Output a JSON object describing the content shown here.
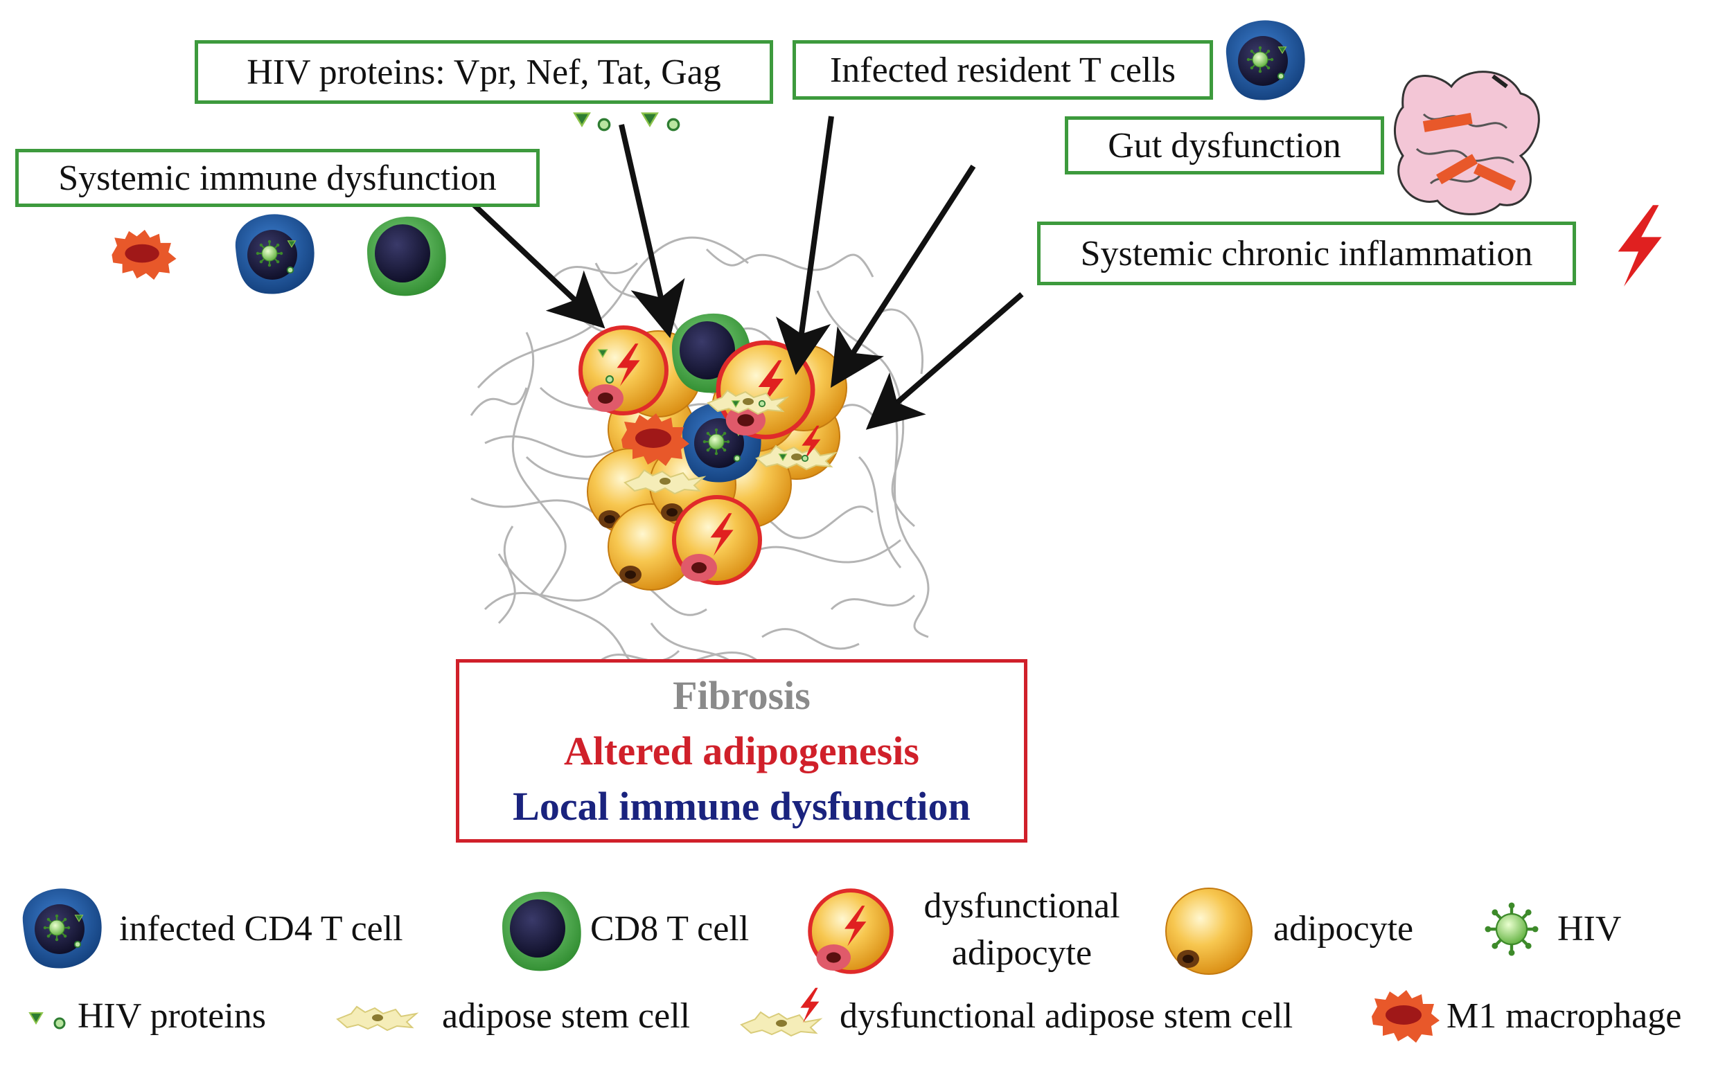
{
  "inputs": {
    "hiv_proteins": "HIV proteins: Vpr, Nef, Tat, Gag",
    "infected_t_cells": "Infected resident T cells",
    "gut": "Gut dysfunction",
    "systemic_immune": "Systemic immune dysfunction",
    "inflammation": "Systemic chronic inflammation"
  },
  "outcomes": {
    "fibrosis": "Fibrosis",
    "adipogenesis": "Altered adipogenesis",
    "immune": "Local immune dysfunction"
  },
  "legend": {
    "cd4": "infected CD4 T cell",
    "cd8": "CD8 T cell",
    "dys_adipocyte_1": "dysfunctional",
    "dys_adipocyte_2": "adipocyte",
    "adipocyte": "adipocyte",
    "hiv": "HIV",
    "hiv_proteins": "HIV proteins",
    "stem": "adipose stem cell",
    "dys_stem": "dysfunctional adipose stem cell",
    "m1": "M1 macrophage"
  },
  "colors": {
    "box_border": "#3d9a3d",
    "outcome_border": "#d0202a",
    "fibrosis": "#8a8a8a",
    "adipogenesis": "#d0202a",
    "immune": "#1a237e",
    "adipocyte": "#f2b43c",
    "cd4": "#1f5aa6",
    "cd8": "#4caf50",
    "bolt": "#e02020"
  },
  "icons": [
    "cd4-t-cell-icon",
    "cd8-t-cell-icon",
    "dysfunctional-adipocyte-icon",
    "adipocyte-icon",
    "hiv-virus-icon",
    "hiv-proteins-icon",
    "adipose-stem-cell-icon",
    "dysfunctional-stem-cell-icon",
    "m1-macrophage-icon",
    "gut-icon",
    "lightning-icon"
  ]
}
